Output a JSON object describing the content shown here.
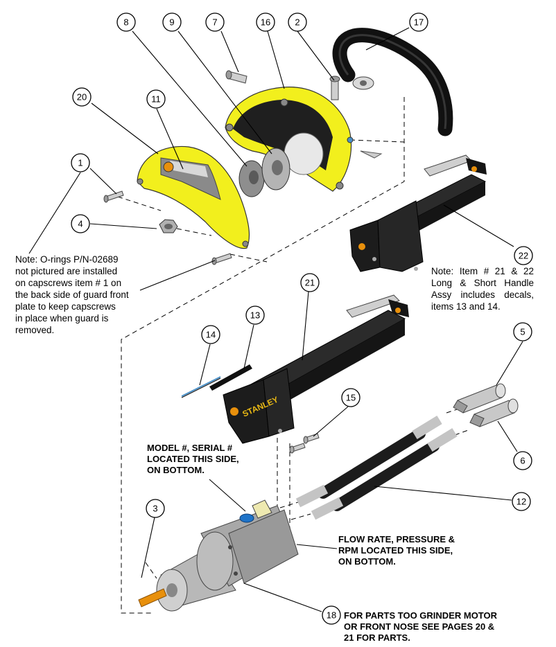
{
  "callouts": [
    "1",
    "2",
    "3",
    "4",
    "5",
    "6",
    "7",
    "8",
    "9",
    "11",
    "12",
    "13",
    "14",
    "15",
    "16",
    "17",
    "18",
    "20",
    "21",
    "22"
  ],
  "notes": {
    "orings": [
      "Note: O-rings P/N-02689",
      "not pictured are installed",
      "on capscrews item # 1 on",
      "the back side of guard front",
      "plate to keep capscrews",
      "in place when guard is",
      "removed."
    ],
    "handles": [
      "Note: Item # 21 & 22",
      "Long & Short Handle",
      "Assy includes decals,",
      "items 13 and 14."
    ],
    "model_serial": [
      "MODEL #, SERIAL #",
      "LOCATED THIS SIDE,",
      "ON BOTTOM."
    ],
    "flow_rate": [
      "FLOW RATE, PRESSURE &",
      "RPM LOCATED THIS SIDE,",
      "ON BOTTOM."
    ],
    "motor_parts": [
      "FOR PARTS TOO GRINDER MOTOR",
      "OR FRONT NOSE SEE PAGES 20 &",
      "21 FOR PARTS."
    ]
  },
  "decal_text": "STANLEY",
  "colors": {
    "guard_yellow": "#f2ef1d",
    "handle_black": "#1c1c1c",
    "steel": "#c4c4c4",
    "shaft_orange": "#e8900c",
    "fitting_blue": "#1e73c8",
    "label_brass": "#eee9b0"
  }
}
